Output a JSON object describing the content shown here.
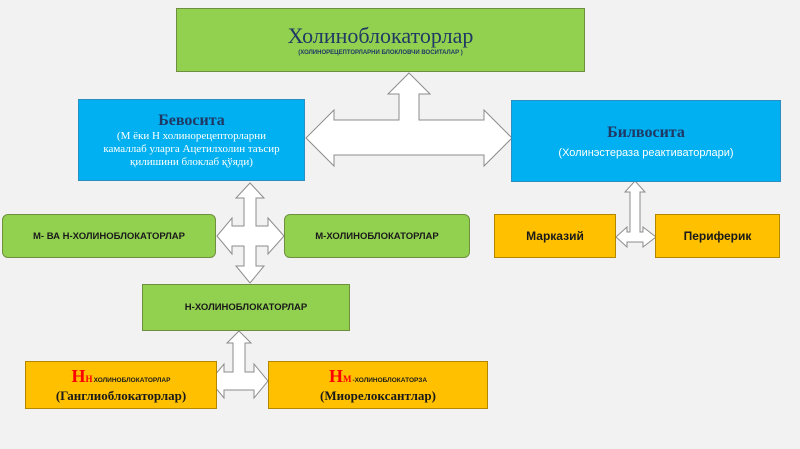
{
  "top": {
    "title": "Холиноблокаторлар",
    "subtitle": "(ХОЛИНОРЕЦЕПТОРЛАРНИ БЛОКЛОВЧИ ВОСИТАЛАР )"
  },
  "direct": {
    "title": "Бевосита",
    "line1": "(М ёки Н холинорецепторларни",
    "line2": "камаллаб уларга Ацетилхолин таъсир",
    "line3": "қилишини блоклаб қўяди)"
  },
  "indirect": {
    "title": "Билвосита",
    "subtitle": "(Холинэстераза реактиваторлари)"
  },
  "mn": {
    "label": "М- ВА Н-ХОЛИНОБЛОКАТОРЛАР"
  },
  "m": {
    "label": "М-ХОЛИНОБЛОКАТОРЛАР"
  },
  "n": {
    "label": "Н-ХОЛИНОБЛОКАТОРЛАР"
  },
  "central": {
    "label": "Марказий"
  },
  "peripheral": {
    "label": "Периферик"
  },
  "nn": {
    "letter": "Н",
    "sub": "Н",
    "text": "ХОЛИНОБЛОКАТОРЛАР",
    "paren": "(Ганглиоблокаторлар)"
  },
  "nm": {
    "letter": "Н",
    "sub": "М",
    "text": "-ХОЛИНОБЛОКАТОРЗА",
    "paren": "(Миорелоксантлар)"
  },
  "colors": {
    "green": "#92d050",
    "blue": "#00b0f0",
    "yellow": "#ffc000",
    "title_navy": "#1f3864",
    "accent_red": "#ff0000"
  }
}
